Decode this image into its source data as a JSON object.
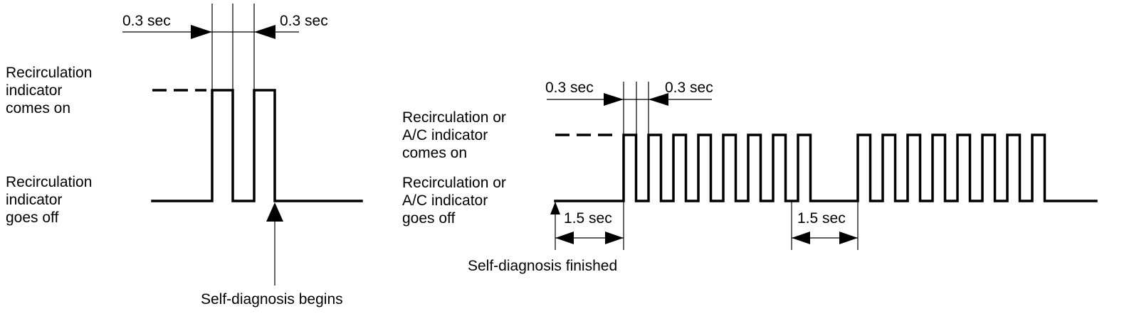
{
  "left": {
    "on_label": [
      "Recirculation",
      "indicator",
      "comes on"
    ],
    "off_label": [
      "Recirculation",
      "indicator",
      "goes off"
    ],
    "pulse_label_left": "0.3 sec",
    "pulse_label_right": "0.3 sec",
    "begin_label": "Self-diagnosis begins"
  },
  "right": {
    "on_label": [
      "Recirculation or",
      "A/C indicator",
      "comes on"
    ],
    "off_label": [
      "Recirculation or",
      "A/C indicator",
      "goes off"
    ],
    "pulse_label_left": "0.3 sec",
    "pulse_label_right": "0.3 sec",
    "gap_label_1": "1.5 sec",
    "gap_label_2": "1.5 sec",
    "finished_label": "Self-diagnosis finished"
  }
}
